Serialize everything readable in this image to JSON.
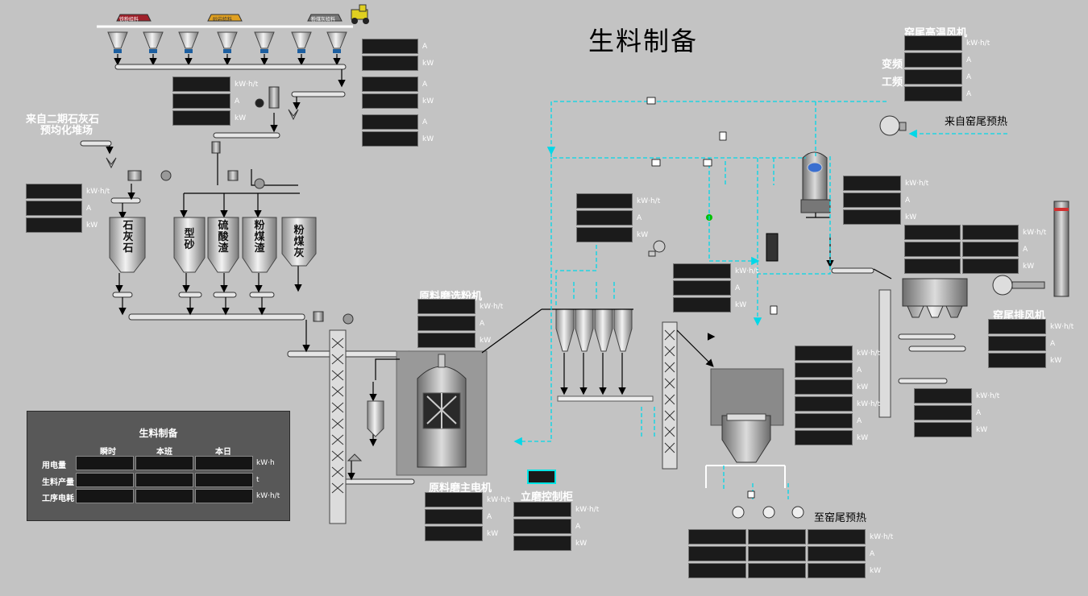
{
  "title": "生料制备",
  "labels": {
    "source_limestone": [
      "来自二期石灰石",
      "预均化堆场"
    ],
    "kiln_tail_fan": "窑尾高温风机",
    "vf": "变频",
    "pf": "工频",
    "from_preheater": "来自窑尾预热",
    "separator": "原料磨选粉机",
    "main_motor": "原料磨主电机",
    "control_cabinet": "立磨控制柜",
    "exhaust_fan": "窑尾排风机",
    "to_preheater": "至窑尾预热"
  },
  "silos": [
    {
      "name": "石灰石"
    },
    {
      "name": "型砂"
    },
    {
      "name": "硫酸渣"
    },
    {
      "name": "粉煤渣"
    },
    {
      "name": "粉煤灰"
    }
  ],
  "top_signs": [
    "铁粉给料",
    "砂岩给料",
    "粉煤灰给料"
  ],
  "units": {
    "kwh_t": "kW·h/t",
    "a": "A",
    "kw": "kW",
    "kwh": "kW·h",
    "t": "t"
  },
  "summary": {
    "title": "生料制备",
    "columns": [
      "瞬时",
      "本班",
      "本日"
    ],
    "rows": [
      {
        "label": "用电量",
        "unit": "kW·h"
      },
      {
        "label": "生料产量",
        "unit": "t"
      },
      {
        "label": "工序电耗",
        "unit": "kW·h/t"
      }
    ]
  },
  "colors": {
    "background": "#c3c3c3",
    "gas_flow": "#00d8e8",
    "display": "#1b1b1b",
    "run_lamp": "#00c000"
  }
}
